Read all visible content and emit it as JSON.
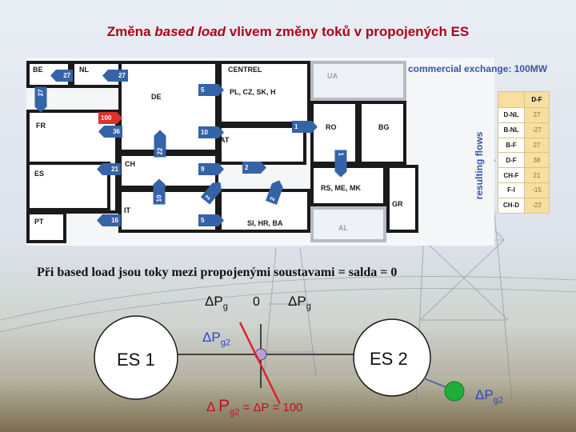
{
  "title": {
    "prefix": "Změna ",
    "italic": "based load",
    "suffix": " vlivem změny toků v propojených ES"
  },
  "map": {
    "regions": [
      "BE",
      "NL",
      "CENTREL",
      "PL, CZ, SK, H",
      "UA",
      "DE",
      "FR",
      "AT",
      "RO",
      "BG",
      "CH",
      "ES",
      "RS, ME, MK",
      "GR",
      "IT",
      "PT",
      "SI, HR, BA",
      "AL"
    ],
    "arrows": [
      "27",
      "27",
      "27",
      "100",
      "5",
      "36",
      "10",
      "22",
      "1",
      "1",
      "21",
      "9",
      "2",
      "10",
      "2",
      "2",
      "16",
      "5"
    ],
    "commercial_exchange": "commercial exchange: 100MW",
    "resulting_flows": "resulting flows",
    "table": {
      "header": "D-F",
      "rows": [
        {
          "pair": "D-NL",
          "value": "27"
        },
        {
          "pair": "B-NL",
          "value": "-27"
        },
        {
          "pair": "B-F",
          "value": "27"
        },
        {
          "pair": "D-F",
          "value": "38"
        },
        {
          "pair": "CH-F",
          "value": "21"
        },
        {
          "pair": "F-I",
          "value": "-15"
        },
        {
          "pair": "CH-D",
          "value": "-22"
        }
      ]
    }
  },
  "note": "Při based load jsou toky mezi propojenými soustavami = salda = 0",
  "diagram": {
    "es1": "ES 1",
    "es2": "ES 2",
    "dpg_left": "ΔP",
    "dpg_left_sub": "g",
    "zero": "0",
    "dpg_right": "ΔP",
    "dpg_right_sub": "g",
    "dpg2_mid": "ΔP",
    "dpg2_mid_sub": "g2",
    "dpg2_right": "ΔP",
    "dpg2_right_sub": "g2",
    "eq_delta": "Δ",
    "eq_p": "P",
    "eq_sub": "g2",
    "eq_rest": " = ΔP = 100"
  },
  "colors": {
    "title": "#b0001c",
    "arrow": "#3563a8",
    "arrow_red": "#e0302a",
    "blue_text": "#2c46c8",
    "red_text": "#c0101c",
    "green_node": "#1fae3a"
  }
}
